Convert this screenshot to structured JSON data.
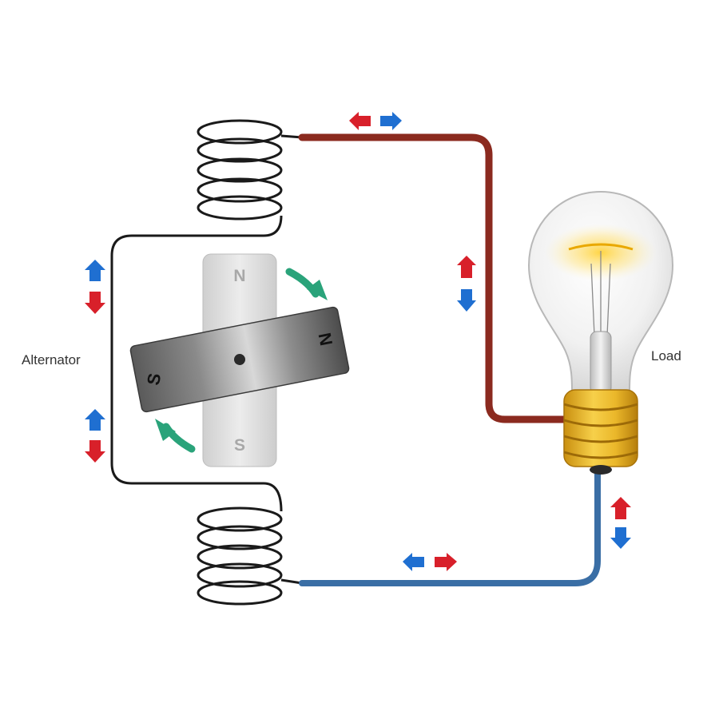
{
  "labels": {
    "alternator": "Alternator",
    "load": "Load"
  },
  "poles": {
    "stator_north": "N",
    "stator_south": "S",
    "rotor_north": "N",
    "rotor_south": "S"
  },
  "colors": {
    "positive_wire": "#8b2a1f",
    "negative_wire": "#3a6ea5",
    "red_arrow": "#d8202a",
    "blue_arrow": "#1f6fd1",
    "rotation_arrow": "#2aa37a",
    "coil": "#1a1a1a",
    "bulb_base": "#e8b520"
  },
  "icons": {
    "current_indicator": "double-arrow-icon",
    "rotation": "curved-arrow-icon",
    "lamp": "light-bulb-icon"
  }
}
